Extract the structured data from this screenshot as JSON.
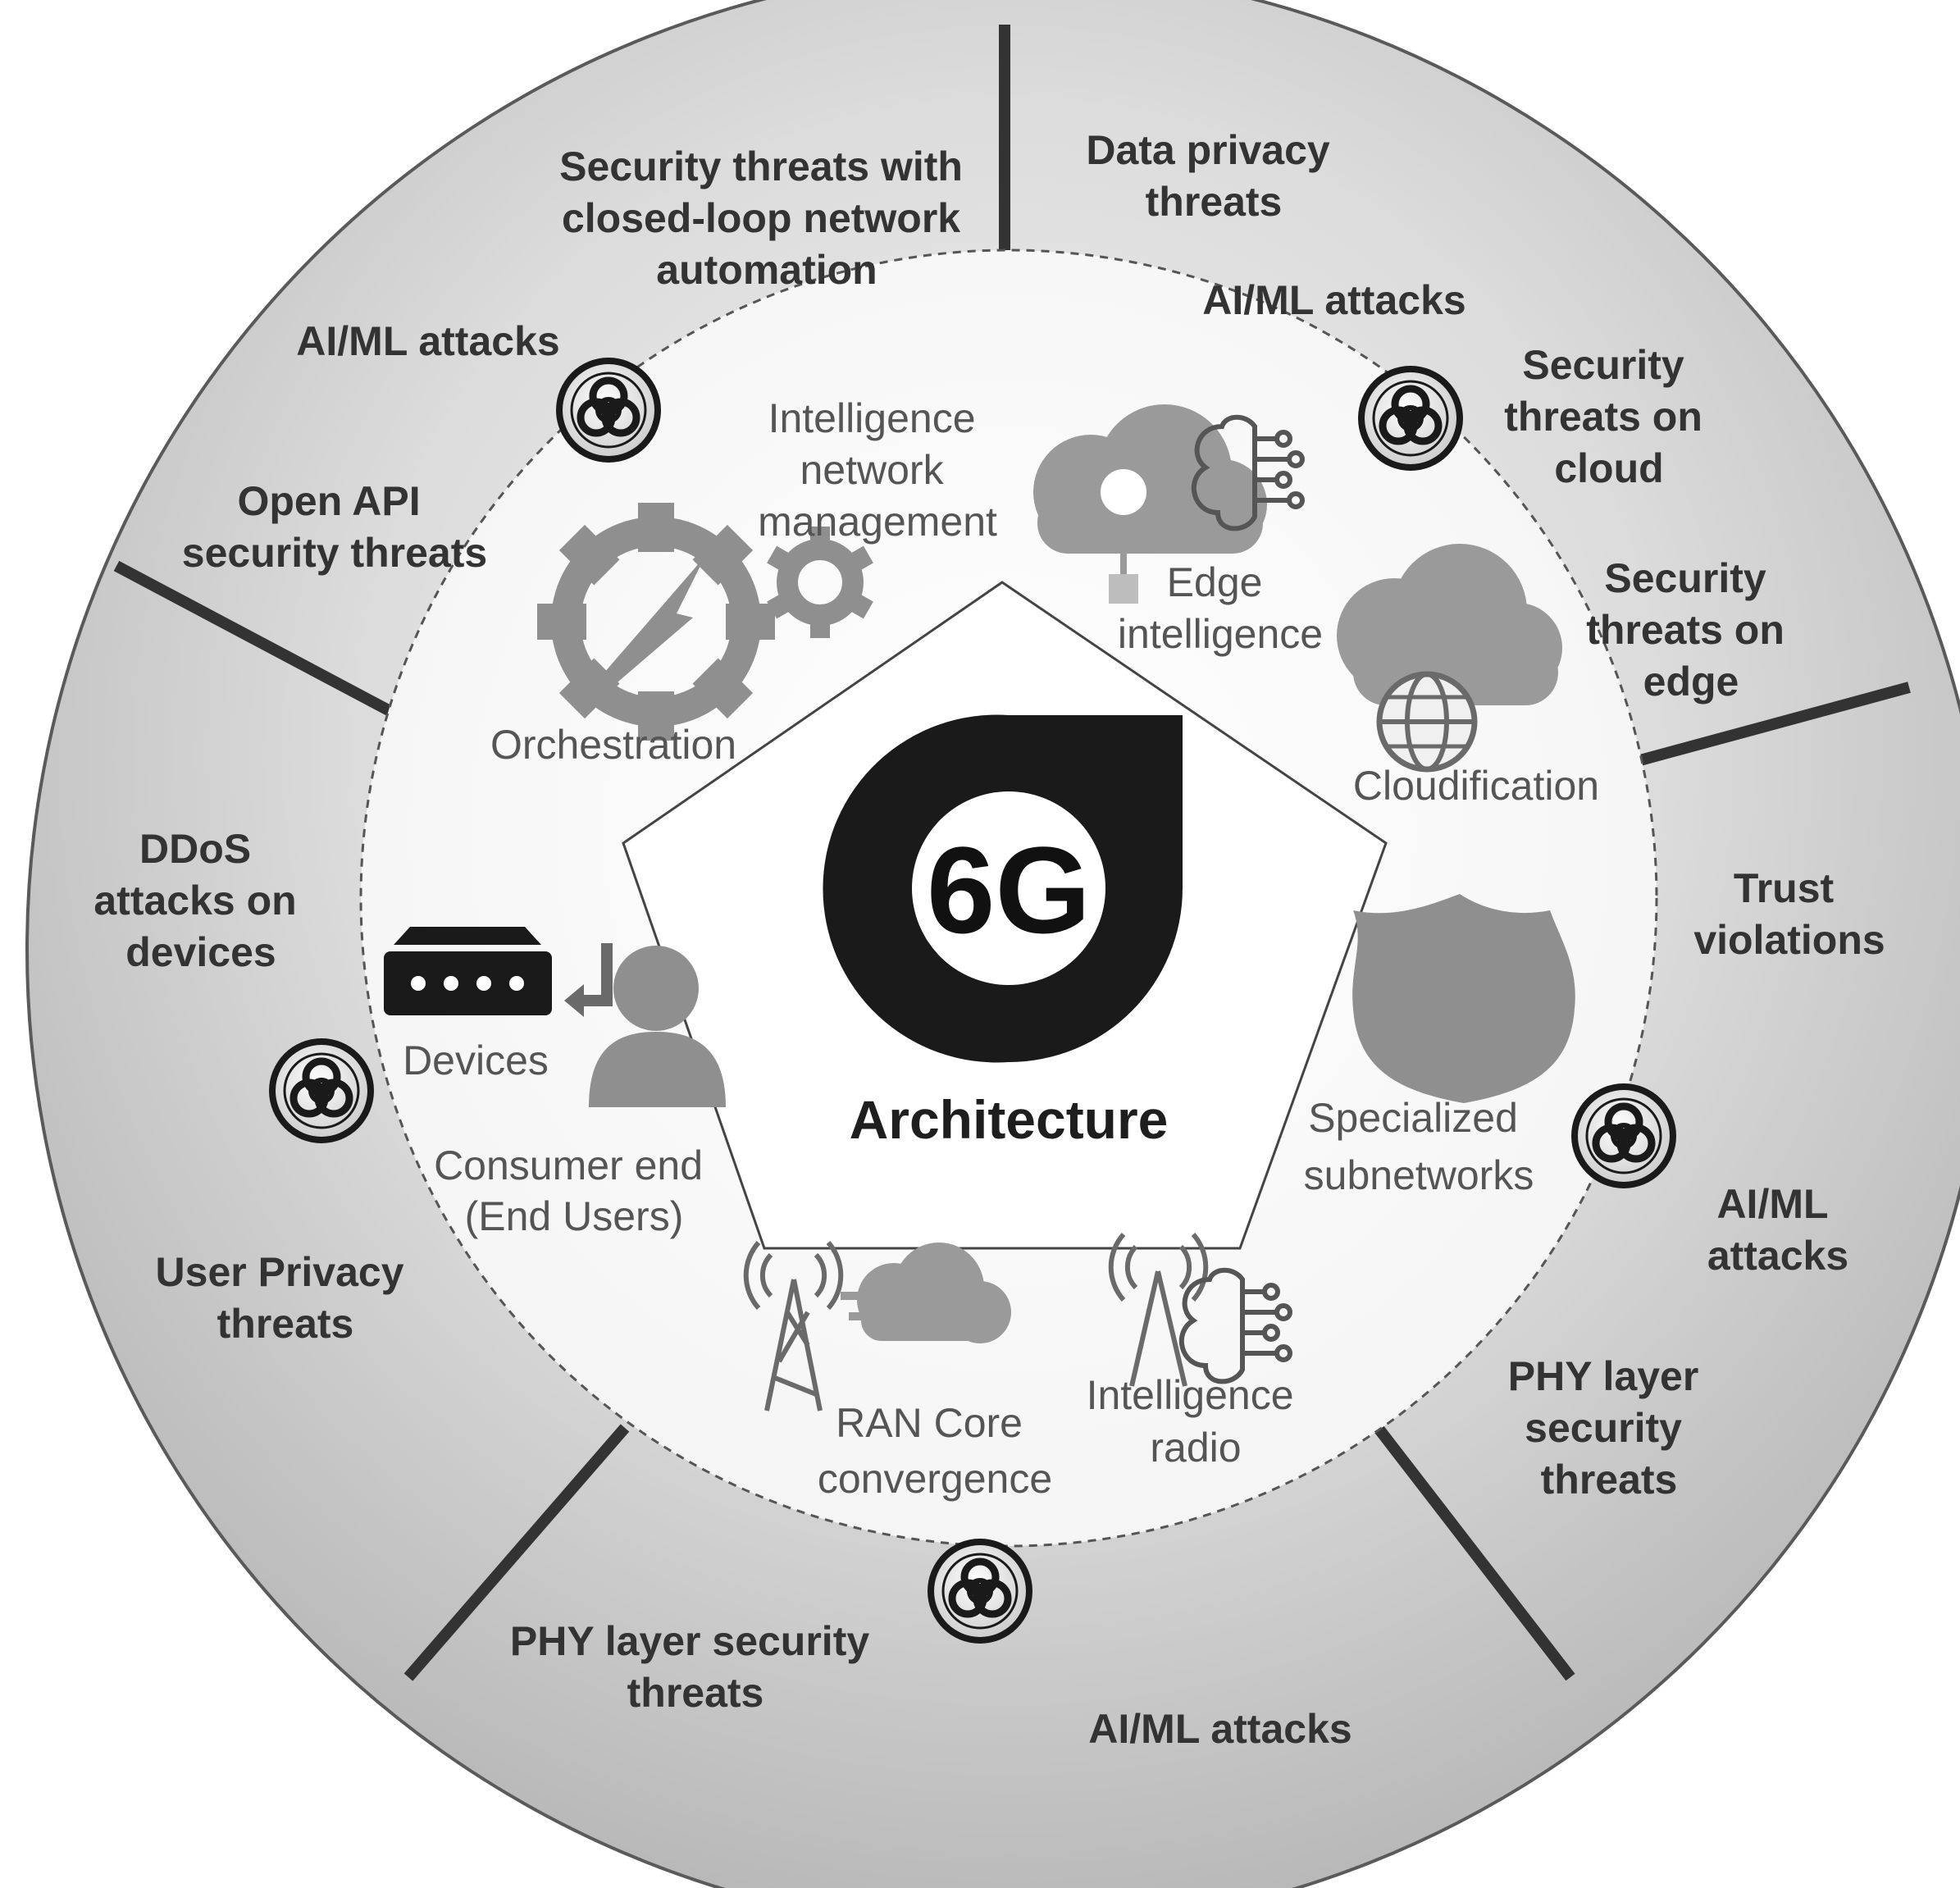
{
  "center": {
    "logo_text": "6G",
    "title": "Architecture"
  },
  "components": {
    "intelligence_network_management": [
      "Intelligence",
      "network",
      "management"
    ],
    "edge_intelligence": [
      "Edge",
      "intelligence"
    ],
    "orchestration": [
      "Orchestration"
    ],
    "cloudification": [
      "Cloudification"
    ],
    "devices": [
      "Devices"
    ],
    "consumer_end": [
      "Consumer end",
      "(End Users)"
    ],
    "specialized_subnetworks": [
      "Specialized",
      "subnetworks"
    ],
    "ran_core": [
      "RAN Core",
      "convergence"
    ],
    "intelligence_radio": [
      "Intelligence",
      "radio"
    ]
  },
  "threats": {
    "closed_loop": [
      "Security threats with",
      "closed-loop network",
      "automation"
    ],
    "aiml_top_left": [
      "AI/ML attacks"
    ],
    "open_api": [
      "Open API",
      "security threats"
    ],
    "data_privacy": [
      "Data privacy",
      "threats"
    ],
    "aiml_top_right": [
      "AI/ML attacks"
    ],
    "cloud": [
      "Security",
      "threats on",
      "cloud"
    ],
    "edge": [
      "Security",
      "threats on",
      "edge"
    ],
    "trust": [
      "Trust",
      "violations"
    ],
    "aiml_right": [
      "AI/ML",
      "attacks"
    ],
    "phy_right": [
      "PHY layer",
      "security",
      "threats"
    ],
    "aiml_bottom": [
      "AI/ML attacks"
    ],
    "phy_bottom": [
      "PHY layer security",
      "threats"
    ],
    "user_privacy": [
      "User Privacy",
      "threats"
    ],
    "ddos": [
      "DDoS",
      "attacks on",
      "devices"
    ]
  },
  "icons": [
    "biohazard-icon",
    "gear-icon",
    "cloud-icon",
    "globe-icon",
    "router-icon",
    "user-icon",
    "shield-icon",
    "antenna-icon",
    "brain-circuit-icon"
  ]
}
